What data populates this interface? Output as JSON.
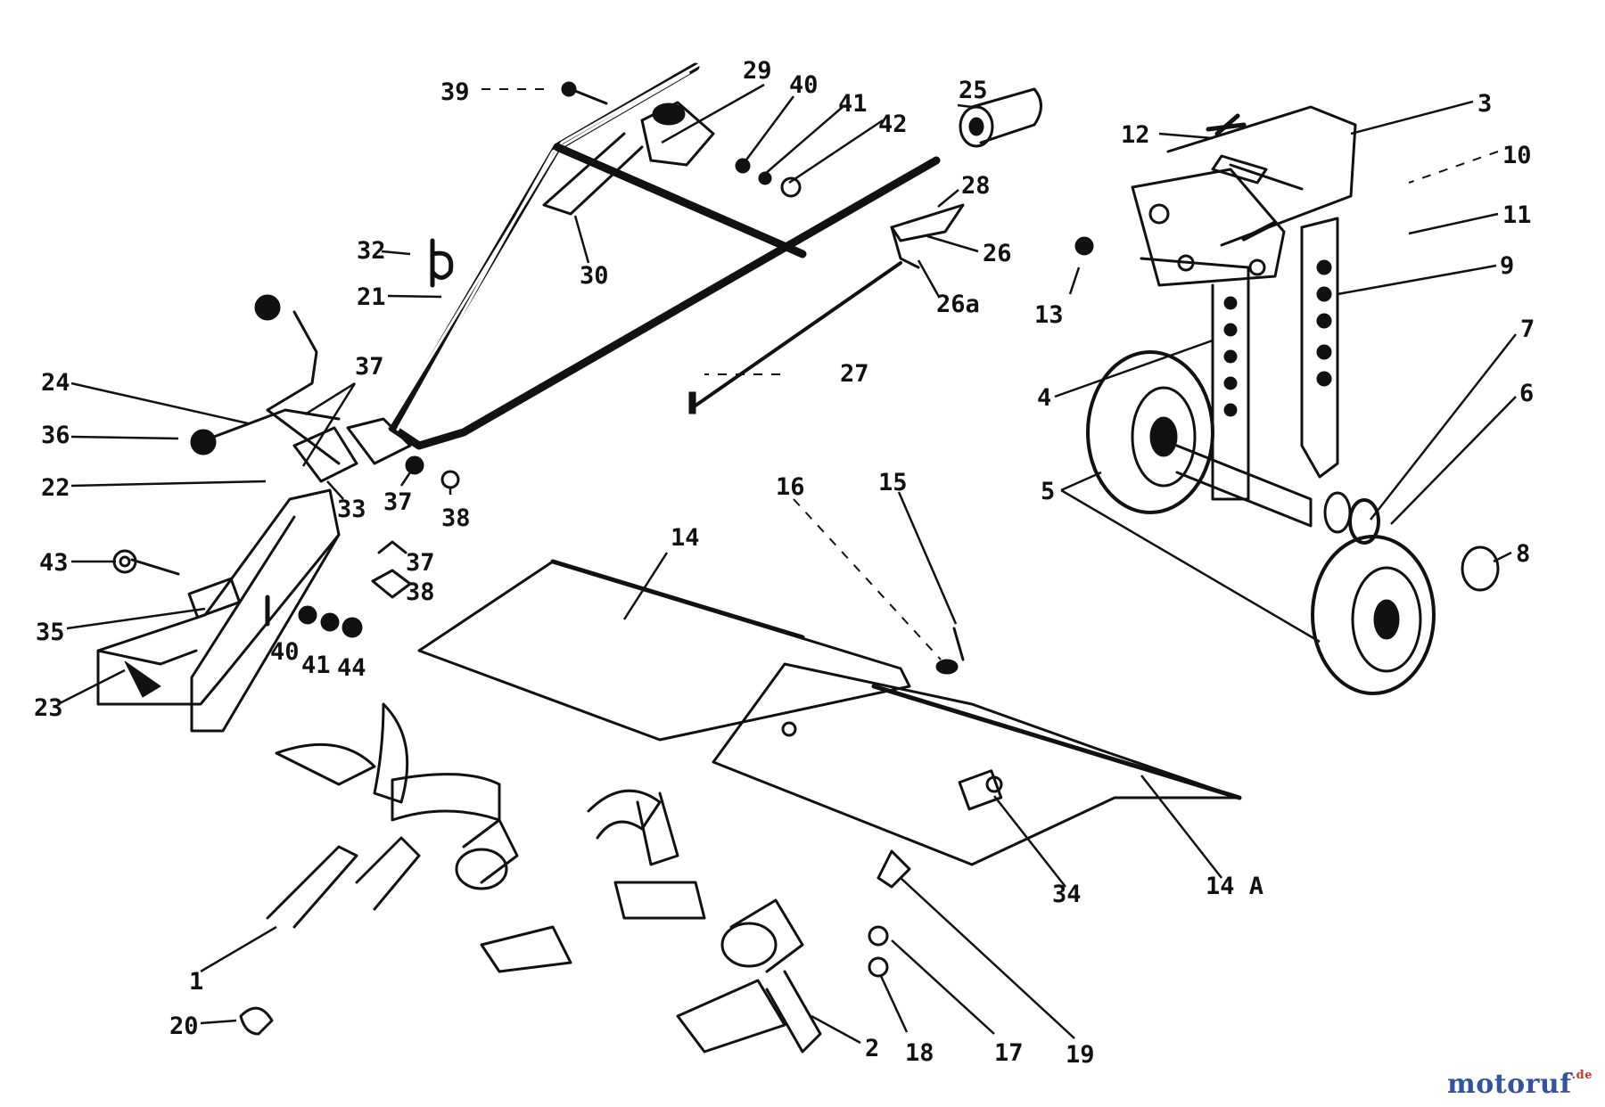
{
  "diagram": {
    "part_numbers": [
      "1",
      "2",
      "3",
      "4",
      "5",
      "6",
      "7",
      "8",
      "9",
      "10",
      "11",
      "12",
      "13",
      "14",
      "14 A",
      "15",
      "16",
      "17",
      "18",
      "19",
      "20",
      "21",
      "22",
      "23",
      "24",
      "25",
      "26",
      "26a",
      "27",
      "28",
      "29",
      "30",
      "32",
      "33",
      "34",
      "35",
      "36",
      "37",
      "38",
      "39",
      "40",
      "41",
      "42",
      "43",
      "44"
    ]
  },
  "watermark": {
    "text": "motoruf",
    "tld": ".de"
  }
}
